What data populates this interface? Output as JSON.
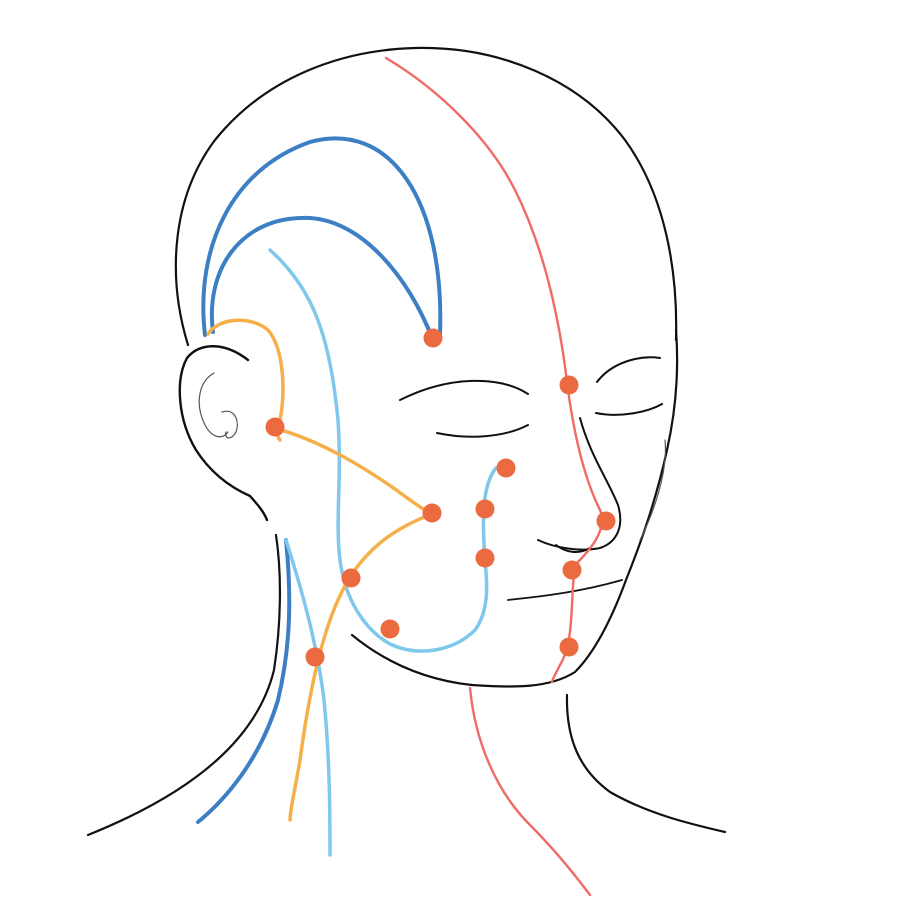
{
  "colors": {
    "background": "#ffffff",
    "outline": "#111111",
    "outline_thin": "#555555",
    "dark_blue": "#3d7fc4",
    "light_blue": "#7fc8ec",
    "orange": "#f5b04a",
    "red": "#f06a66",
    "point": "#eb6a3f"
  },
  "meridians": [
    {
      "id": "dark-blue",
      "color_key": "dark_blue"
    },
    {
      "id": "light-blue",
      "color_key": "light_blue"
    },
    {
      "id": "orange",
      "color_key": "orange"
    },
    {
      "id": "red",
      "color_key": "red"
    }
  ],
  "points": [
    {
      "id": "forehead-point",
      "meridian": "dark-blue"
    },
    {
      "id": "ear-front-point",
      "meridian": "orange"
    },
    {
      "id": "cheekbone-point",
      "meridian": "orange"
    },
    {
      "id": "jaw-angle-point",
      "meridian": "orange"
    },
    {
      "id": "neck-point",
      "meridian": "orange"
    },
    {
      "id": "jaw-lower-point",
      "meridian": "light-blue"
    },
    {
      "id": "under-eye-point",
      "meridian": "light-blue"
    },
    {
      "id": "upper-cheek-point",
      "meridian": "light-blue"
    },
    {
      "id": "mid-cheek-point",
      "meridian": "light-blue"
    },
    {
      "id": "brow-center-point",
      "meridian": "red"
    },
    {
      "id": "nostril-point",
      "meridian": "red"
    },
    {
      "id": "upper-lip-point",
      "meridian": "red"
    },
    {
      "id": "chin-point",
      "meridian": "red"
    }
  ]
}
